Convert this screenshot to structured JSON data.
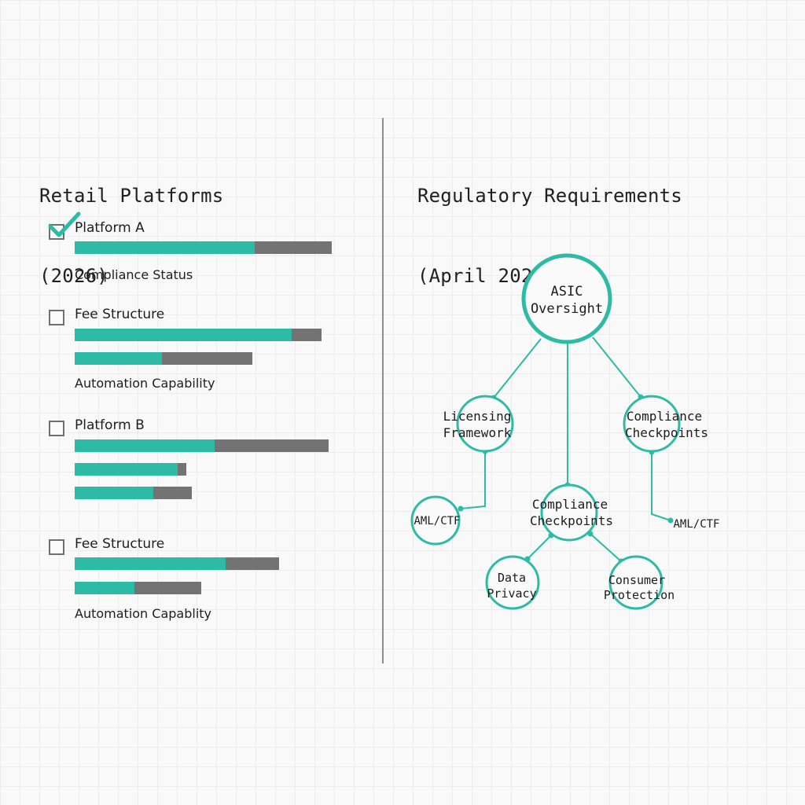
{
  "left_panel": {
    "title_lines": [
      "Retail Platforms",
      "(2026)"
    ],
    "groups": [
      {
        "label": "Platform A",
        "checked": true,
        "bars": [
          {
            "fill": 0.7
          }
        ],
        "caption": "Compliance Status"
      },
      {
        "label": "Fee Structure",
        "checked": false,
        "bars": [
          {
            "fill": 0.88
          },
          {
            "fill": 0.49
          }
        ],
        "caption": "Automation Capability"
      },
      {
        "label": "Platform B",
        "checked": false,
        "bars": [
          {
            "fill": 0.55
          },
          {
            "fill": 0.92
          },
          {
            "fill": 0.67
          }
        ],
        "caption": ""
      },
      {
        "label": "Fee Structure",
        "checked": false,
        "bars": [
          {
            "fill": 0.74
          },
          {
            "fill": 0.47
          }
        ],
        "caption": "Automation Capablity"
      }
    ]
  },
  "right_panel": {
    "title_lines": [
      "Regulatory Requirements",
      "(April 2026)"
    ],
    "nodes": {
      "root": [
        "ASIC",
        "Oversight"
      ],
      "licensing": [
        "Licensing",
        "Framework"
      ],
      "compliance_top": [
        "Compliance",
        "Checkpoints"
      ],
      "aml_left": [
        "AML/CTF"
      ],
      "compliance_mid": [
        "Compliance",
        "Checkpoints"
      ],
      "aml_right": [
        "AML/CTF"
      ],
      "data_privacy": [
        "Data",
        "Privacy"
      ],
      "consumer": [
        "Consumer",
        "Protection"
      ]
    }
  },
  "colors": {
    "accent": "#2dbba5",
    "bar_track": "#737373",
    "divider": "#8e8e8e",
    "text": "#1e1e1e"
  },
  "icons": {
    "check": "checkmark-icon",
    "checkbox": "checkbox-icon"
  }
}
